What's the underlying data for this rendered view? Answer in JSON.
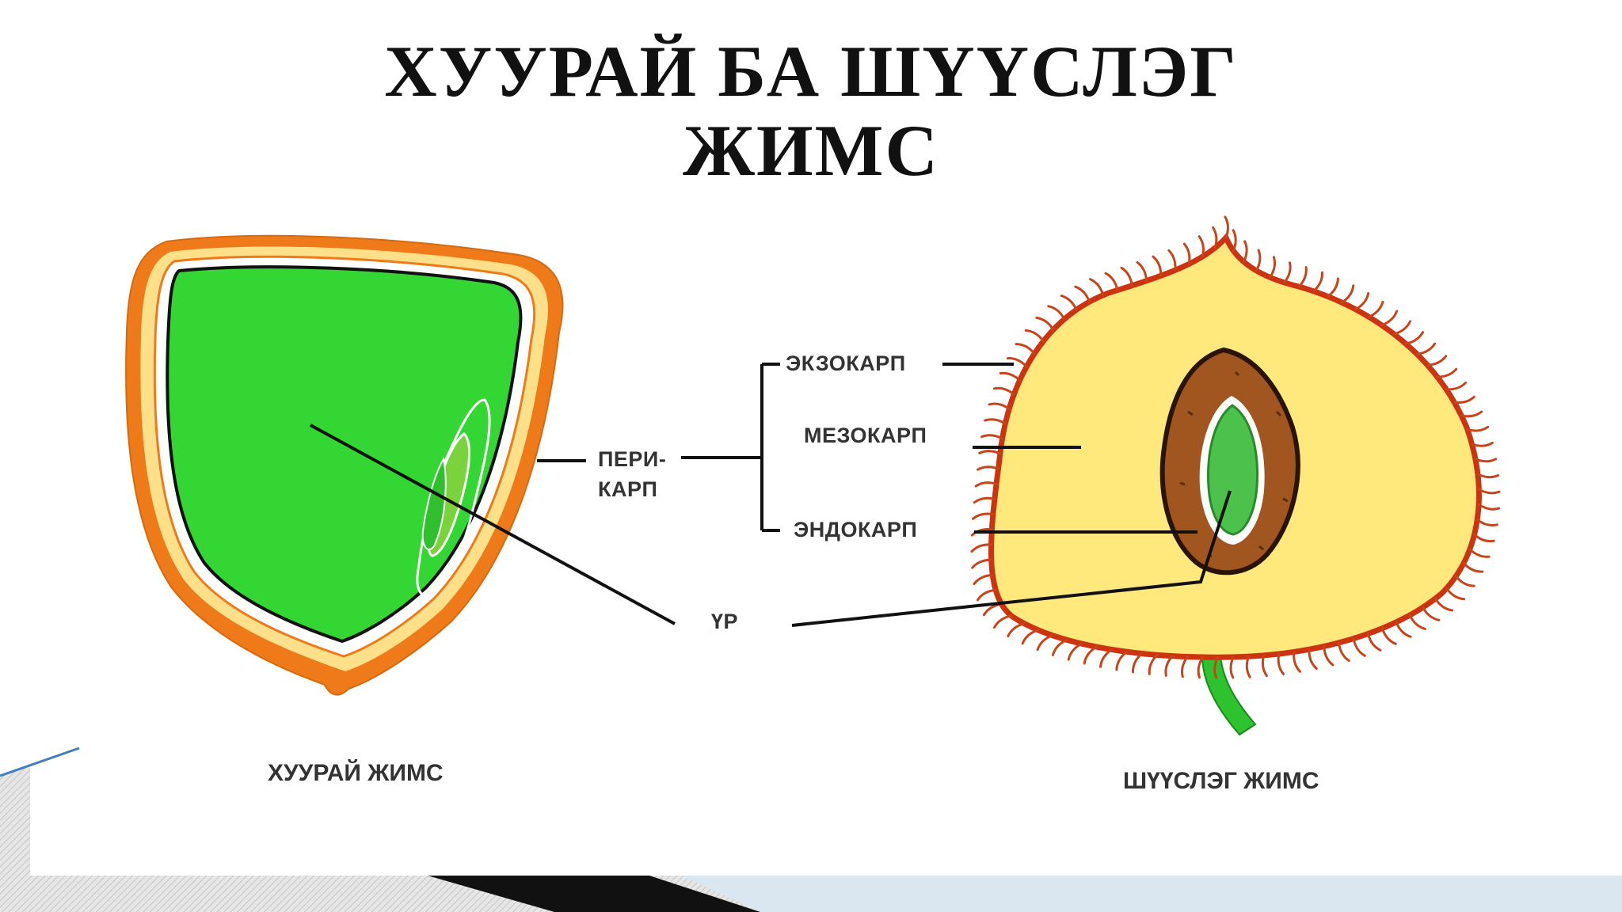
{
  "slide": {
    "title_line1": "ХУУРАЙ БА ШҮҮСЛЭГ",
    "title_line2": "ЖИМС"
  },
  "labels": {
    "pericarp_line1": "ПЕРИ-",
    "pericarp_line2": "КАРП",
    "exocarp": "ЭКЗОКАРП",
    "mesocarp": "МЕЗОКАРП",
    "endocarp": "ЭНДОКАРП",
    "seed": "ҮР"
  },
  "captions": {
    "dry_fruit": "ХУУРАЙ ЖИМС",
    "fleshy_fruit": "ШҮҮСЛЭГ ЖИМС"
  },
  "colors": {
    "dry_fruit_fill": "#33d633",
    "pericarp_orange": "#ee7a1a",
    "pericarp_yellow": "#ffe08a",
    "mesocarp_fill": "#ffe87c",
    "exocarp_red": "#cc3311",
    "endocarp_brown": "#8a4a1a",
    "seed_green": "#4cc24c",
    "stalk_green": "#2ec22e",
    "decor_gray": "#d9d9d9",
    "decor_blue": "#dbe7f0",
    "decor_black": "#111111"
  }
}
